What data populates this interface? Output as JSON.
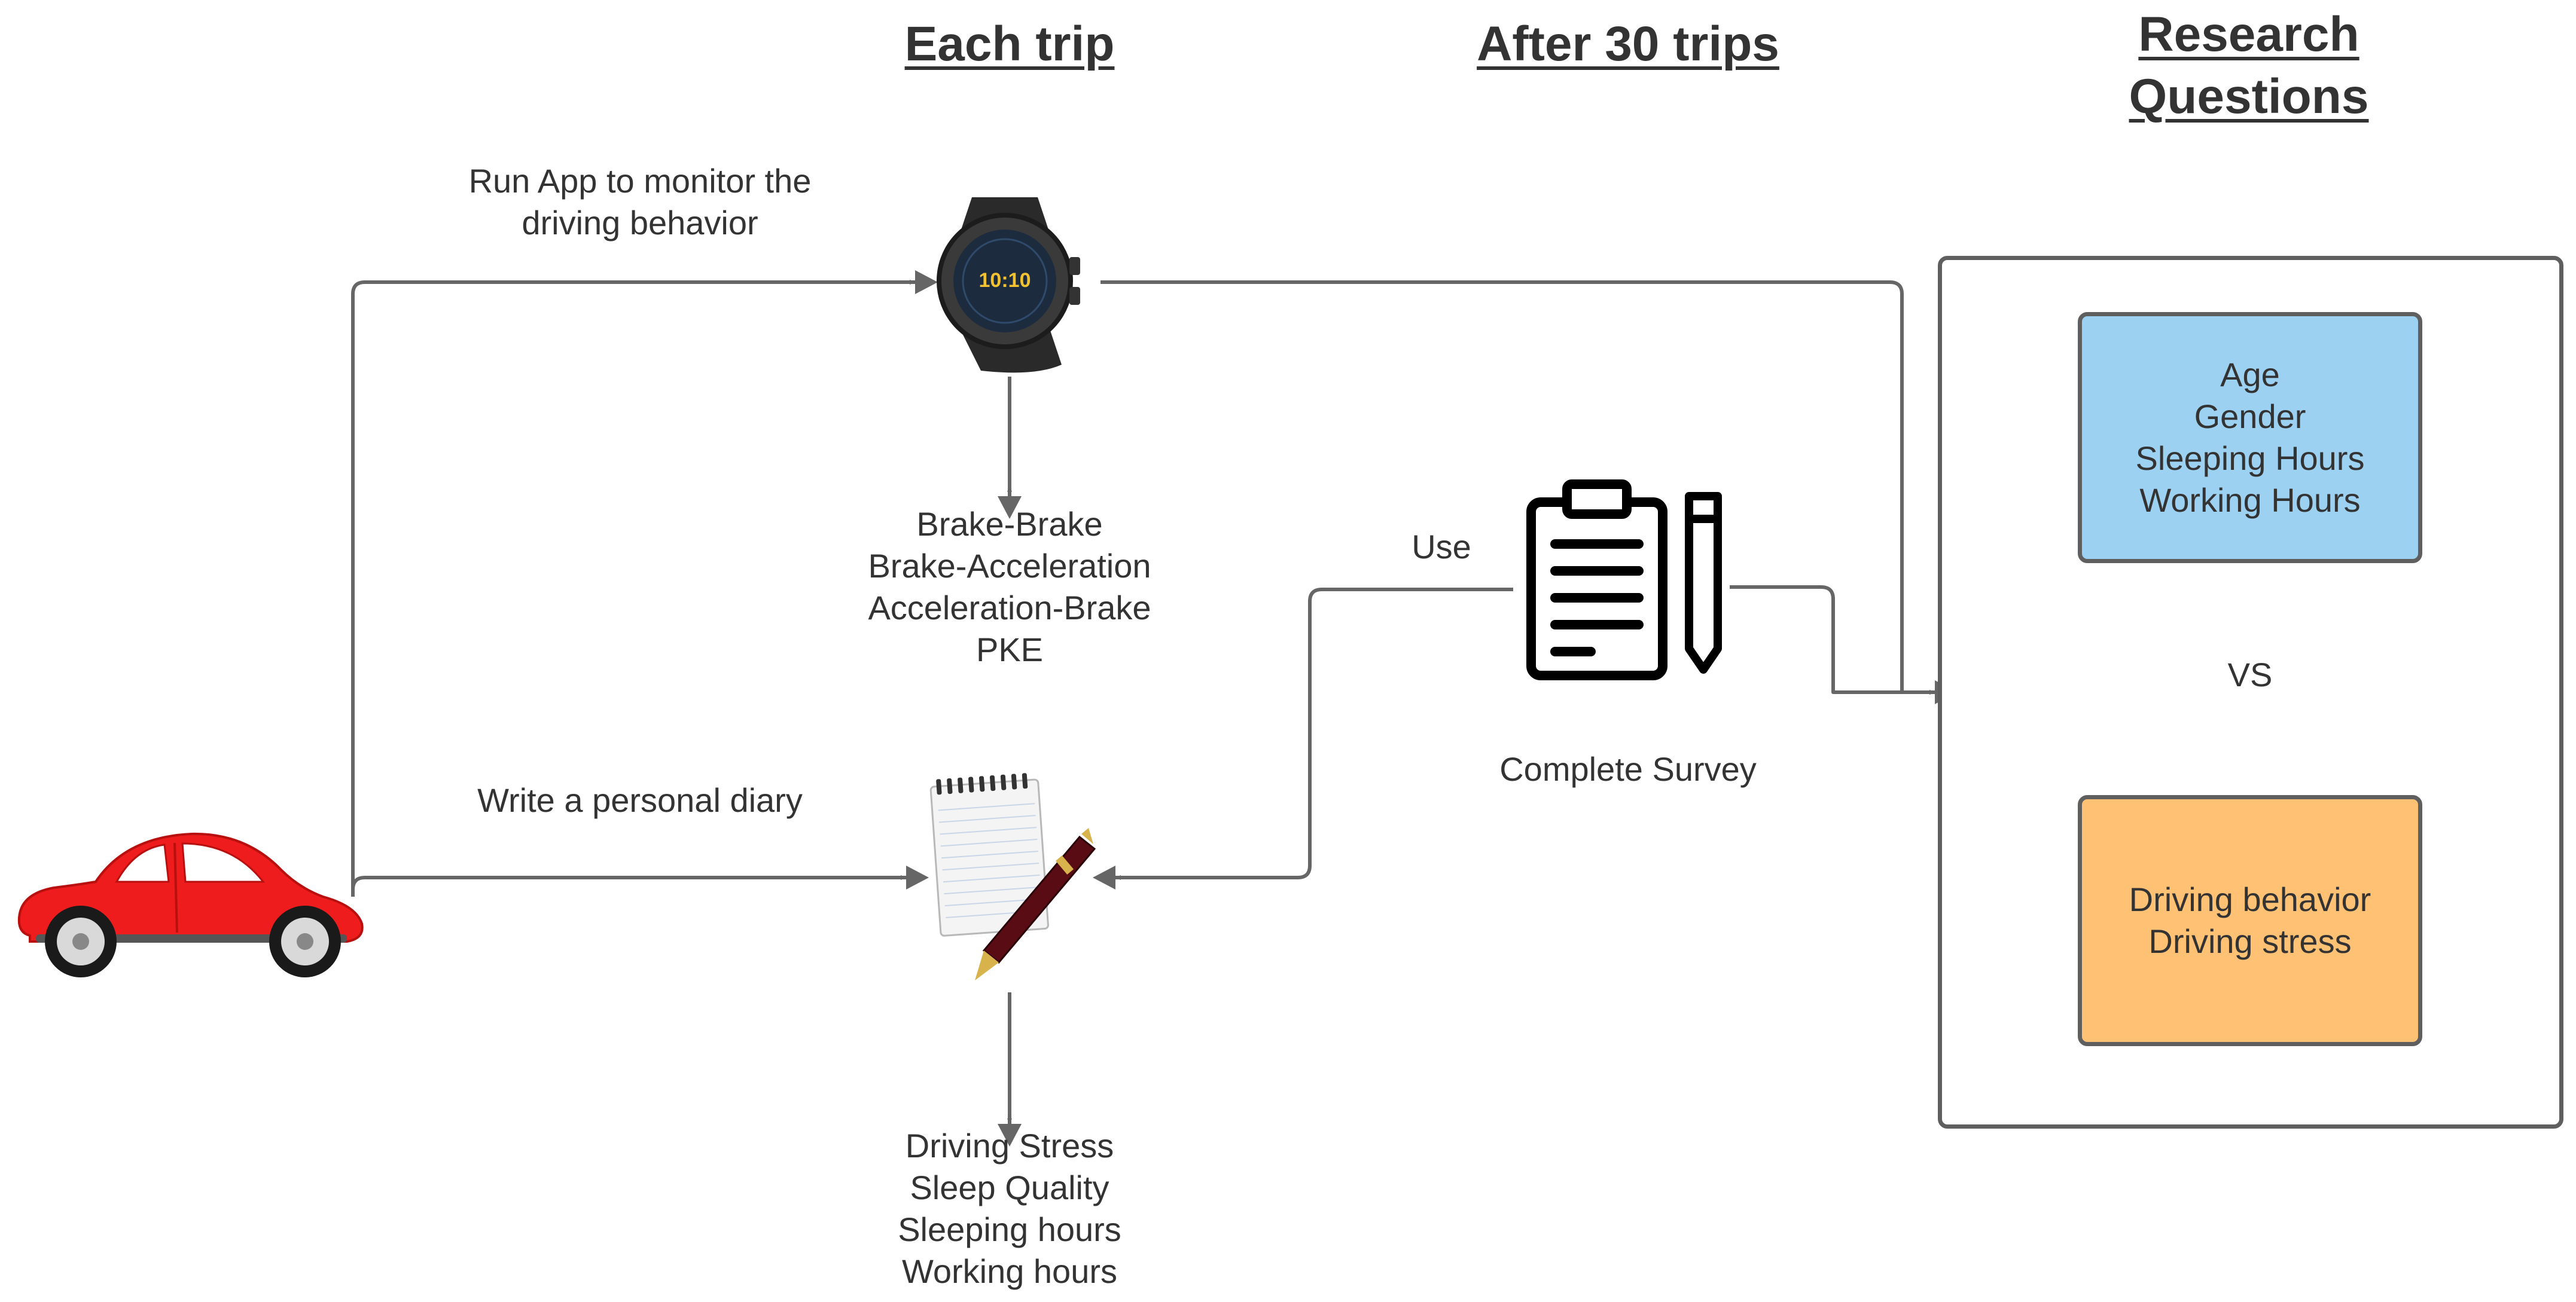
{
  "headers": {
    "each_trip": "Each trip",
    "after_trips": "After 30 trips",
    "research_line1": "Research",
    "research_line2": "Questions"
  },
  "labels": {
    "run_app_line1": "Run App to monitor the",
    "run_app_line2": "driving behavior",
    "write_diary": "Write a personal diary",
    "use": "Use",
    "complete_survey": "Complete Survey",
    "vs": "VS"
  },
  "watch_outputs": [
    "Brake-Brake",
    "Brake-Acceleration",
    "Acceleration-Brake",
    "PKE"
  ],
  "diary_outputs": [
    "Driving Stress",
    "Sleep Quality",
    "Sleeping hours",
    "Working hours"
  ],
  "research_blue": [
    "Age",
    "Gender",
    "Sleeping Hours",
    "Working Hours"
  ],
  "research_orange": [
    "Driving behavior",
    "Driving stress"
  ],
  "watch_time": "10:10",
  "colors": {
    "line": "#666666",
    "blue_box": "#9dd1f1",
    "orange_box": "#ffc174",
    "car": "#ee1c1c",
    "text": "#333333"
  },
  "icons": {
    "car": "car-icon",
    "watch": "smartwatch-icon",
    "notepad": "notepad-pen-icon",
    "clipboard": "clipboard-pencil-icon"
  }
}
